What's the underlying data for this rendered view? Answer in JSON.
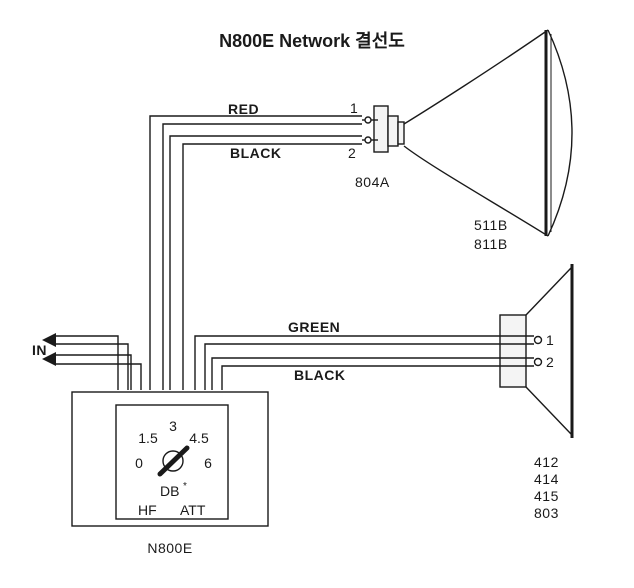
{
  "title": "N800E Network 결선도",
  "tweeter": {
    "connector_label": "804A",
    "pin1": "1",
    "pin2": "2",
    "models": [
      "511B",
      "811B"
    ]
  },
  "woofer": {
    "pin1": "1",
    "pin2": "2",
    "models": [
      "412",
      "414",
      "415",
      "803"
    ]
  },
  "wires": {
    "red": "RED",
    "black_top": "BLACK",
    "green": "GREEN",
    "black_bottom": "BLACK"
  },
  "input_label": "IN",
  "network": {
    "name": "N800E",
    "dial_values": [
      "3",
      "1.5",
      "4.5",
      "0",
      "6"
    ],
    "dial_unit": "DB",
    "hf_label": "HF",
    "att_label": "ATT"
  }
}
